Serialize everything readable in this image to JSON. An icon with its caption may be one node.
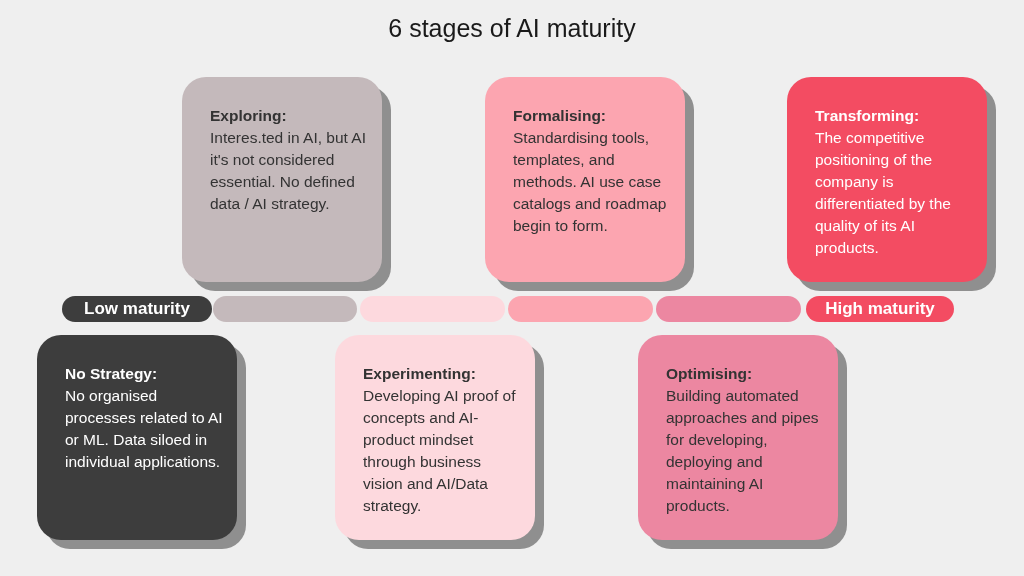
{
  "diagram": {
    "title": "6 stages of AI maturity",
    "nodes": [
      {
        "text": [
          "No Strategy:",
          "No organised processes related to AI or ML. Data siloed in individual applications."
        ]
      },
      {
        "text": [
          "Exploring:",
          "Interes.ted in AI, but AI it's not considered essential. No defined data / AI strategy."
        ]
      },
      {
        "text": [
          "Experimenting:",
          "Developing AI proof of concepts and AI-product mindset through business vision and AI/Data strategy."
        ]
      },
      {
        "text": [
          "Formalising:",
          "Standardising tools, templates, and methods. AI use case catalogs and roadmap begin to form."
        ]
      },
      {
        "text": [
          "Optimising:",
          "Building automated approaches and pipes for developing, deploying and maintaining AI products."
        ]
      },
      {
        "text": [
          "Transforming:",
          "The competitive positioning of the company is differentiated by the quality of its AI products."
        ]
      },
      {
        "text": [
          "Low maturity"
        ]
      },
      {
        "text": [],
        "shape": "bar"
      },
      {
        "text": [],
        "shape": "bar"
      },
      {
        "text": [],
        "shape": "bar"
      },
      {
        "text": [],
        "shape": "bar"
      },
      {
        "text": [
          "High maturity"
        ]
      }
    ]
  }
}
